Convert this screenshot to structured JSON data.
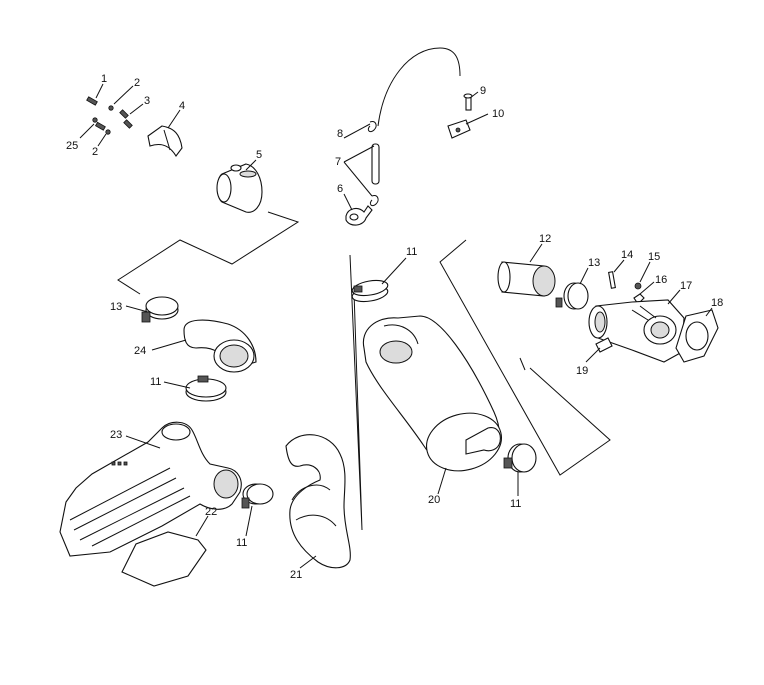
{
  "diagram": {
    "callouts": [
      {
        "id": "c1",
        "text": "1"
      },
      {
        "id": "c2a",
        "text": "2"
      },
      {
        "id": "c2b",
        "text": "2"
      },
      {
        "id": "c3",
        "text": "3"
      },
      {
        "id": "c4",
        "text": "4"
      },
      {
        "id": "c5",
        "text": "5"
      },
      {
        "id": "c6",
        "text": "6"
      },
      {
        "id": "c7",
        "text": "7"
      },
      {
        "id": "c8",
        "text": "8"
      },
      {
        "id": "c9",
        "text": "9"
      },
      {
        "id": "c10",
        "text": "10"
      },
      {
        "id": "c11a",
        "text": "11"
      },
      {
        "id": "c11b",
        "text": "11"
      },
      {
        "id": "c11c",
        "text": "11"
      },
      {
        "id": "c11d",
        "text": "11"
      },
      {
        "id": "c12",
        "text": "12"
      },
      {
        "id": "c13a",
        "text": "13"
      },
      {
        "id": "c13b",
        "text": "13"
      },
      {
        "id": "c14",
        "text": "14"
      },
      {
        "id": "c15",
        "text": "15"
      },
      {
        "id": "c16",
        "text": "16"
      },
      {
        "id": "c17",
        "text": "17"
      },
      {
        "id": "c18",
        "text": "18"
      },
      {
        "id": "c19",
        "text": "19"
      },
      {
        "id": "c20",
        "text": "20"
      },
      {
        "id": "c21",
        "text": "21"
      },
      {
        "id": "c22",
        "text": "22"
      },
      {
        "id": "c23",
        "text": "23"
      },
      {
        "id": "c24",
        "text": "24"
      },
      {
        "id": "c25",
        "text": "25"
      }
    ]
  }
}
